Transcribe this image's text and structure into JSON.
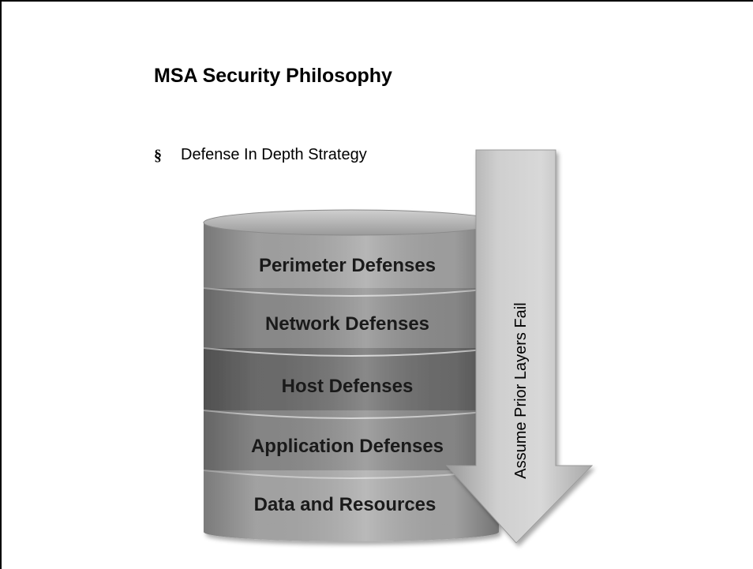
{
  "slide": {
    "title": "MSA Security Philosophy",
    "bullet": {
      "marker": "§",
      "text": "Defense In Depth Strategy"
    }
  },
  "diagram": {
    "layers": [
      {
        "label": "Perimeter Defenses",
        "color": "#a6a6a6"
      },
      {
        "label": "Network Defenses",
        "color": "#8f8f8f"
      },
      {
        "label": "Host Defenses",
        "color": "#6f6f6f"
      },
      {
        "label": "Application Defenses",
        "color": "#8c8c8c"
      },
      {
        "label": "Data and Resources",
        "color": "#aaaaaa"
      }
    ],
    "arrow_label": "Assume Prior Layers Fail"
  }
}
